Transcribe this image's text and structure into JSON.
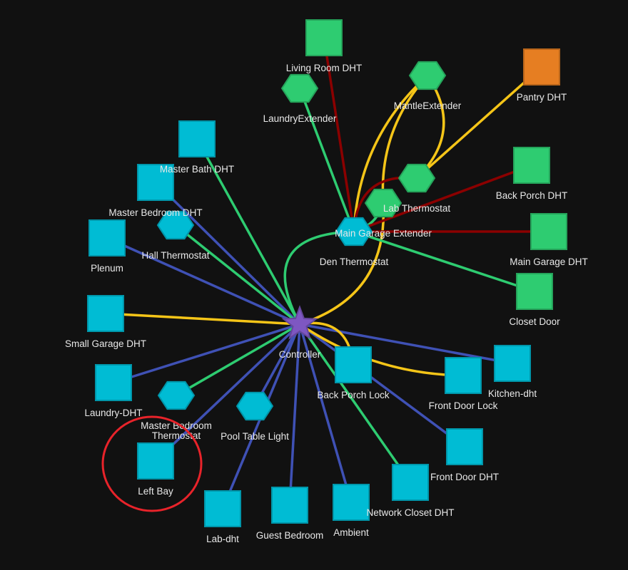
{
  "colors": {
    "background": "#111111",
    "cyan_node": "#00bcd4",
    "green_node": "#2ecc71",
    "orange_node": "#e67e22",
    "controller": "#7e57c2",
    "edge_blue": "#3f51b5",
    "edge_green": "#2ecc71",
    "edge_yellow": "#f5c518",
    "edge_red": "#8b0000",
    "highlight_circle": "#e8232a"
  },
  "nodes": [
    {
      "id": "controller",
      "label": "Controller",
      "shape": "star",
      "color": "#7e57c2"
    },
    {
      "id": "living_room_dht",
      "label": "Living Room DHT",
      "shape": "square",
      "color": "#2ecc71"
    },
    {
      "id": "laundry_extender",
      "label": "LaundryExtender",
      "shape": "hexagon",
      "color": "#2ecc71"
    },
    {
      "id": "mantle_extender",
      "label": "MantleExtender",
      "shape": "hexagon",
      "color": "#2ecc71"
    },
    {
      "id": "pantry_dht",
      "label": "Pantry DHT",
      "shape": "square",
      "color": "#e67e22"
    },
    {
      "id": "master_bath_dht",
      "label": "Master Bath DHT",
      "shape": "square",
      "color": "#00bcd4"
    },
    {
      "id": "master_bedroom_dht",
      "label": "Master Bedroom DHT",
      "shape": "square",
      "color": "#00bcd4"
    },
    {
      "id": "lab_thermostat",
      "label": "Lab Thermostat",
      "shape": "hexagon",
      "color": "#2ecc71"
    },
    {
      "id": "back_porch_dht",
      "label": "Back Porch DHT",
      "shape": "square",
      "color": "#2ecc71"
    },
    {
      "id": "main_garage_extender",
      "label": "Main Garage Extender",
      "shape": "hexagon",
      "color": "#2ecc71"
    },
    {
      "id": "den_thermostat",
      "label": "Den Thermostat",
      "shape": "hexagon",
      "color": "#00bcd4"
    },
    {
      "id": "hall_thermostat",
      "label": "Hall Thermostat",
      "shape": "hexagon",
      "color": "#00bcd4"
    },
    {
      "id": "plenum",
      "label": "Plenum",
      "shape": "square",
      "color": "#00bcd4"
    },
    {
      "id": "main_garage_dht",
      "label": "Main Garage DHT",
      "shape": "square",
      "color": "#2ecc71"
    },
    {
      "id": "closet_door",
      "label": "Closet Door",
      "shape": "square",
      "color": "#2ecc71"
    },
    {
      "id": "small_garage_dht",
      "label": "Small Garage DHT",
      "shape": "square",
      "color": "#00bcd4"
    },
    {
      "id": "kitchen_dht",
      "label": "Kitchen-dht",
      "shape": "square",
      "color": "#00bcd4"
    },
    {
      "id": "back_porch_lock",
      "label": "Back Porch Lock",
      "shape": "square",
      "color": "#00bcd4"
    },
    {
      "id": "front_door_lock",
      "label": "Front Door Lock",
      "shape": "square",
      "color": "#00bcd4"
    },
    {
      "id": "laundry_dht",
      "label": "Laundry-DHT",
      "shape": "square",
      "color": "#00bcd4"
    },
    {
      "id": "master_bedroom_thermostat",
      "label": "Master Bedroom",
      "label2": "Thermostat",
      "shape": "hexagon",
      "color": "#00bcd4"
    },
    {
      "id": "pool_table_light",
      "label": "Pool Table Light",
      "shape": "hexagon",
      "color": "#00bcd4"
    },
    {
      "id": "front_door_dht",
      "label": "Front Door DHT",
      "shape": "square",
      "color": "#00bcd4"
    },
    {
      "id": "left_bay",
      "label": "Left Bay",
      "shape": "square",
      "color": "#00bcd4",
      "highlighted": true
    },
    {
      "id": "network_closet_dht",
      "label": "Network Closet DHT",
      "shape": "square",
      "color": "#00bcd4"
    },
    {
      "id": "lab_dht",
      "label": "Lab-dht",
      "shape": "square",
      "color": "#00bcd4"
    },
    {
      "id": "guest_bedroom",
      "label": "Guest Bedroom",
      "shape": "square",
      "color": "#00bcd4"
    },
    {
      "id": "ambient",
      "label": "Ambient",
      "shape": "square",
      "color": "#00bcd4"
    }
  ],
  "edges": [
    {
      "from": "controller",
      "to": "plenum",
      "color": "#3f51b5"
    },
    {
      "from": "controller",
      "to": "master_bedroom_dht",
      "color": "#3f51b5"
    },
    {
      "from": "controller",
      "to": "small_garage_dht",
      "color": "#f5c518"
    },
    {
      "from": "controller",
      "to": "laundry_dht",
      "color": "#3f51b5"
    },
    {
      "from": "controller",
      "to": "left_bay",
      "color": "#3f51b5"
    },
    {
      "from": "controller",
      "to": "lab_dht",
      "color": "#3f51b5"
    },
    {
      "from": "controller",
      "to": "pool_table_light",
      "color": "#3f51b5"
    },
    {
      "from": "controller",
      "to": "guest_bedroom",
      "color": "#3f51b5"
    },
    {
      "from": "controller",
      "to": "ambient",
      "color": "#3f51b5"
    },
    {
      "from": "controller",
      "to": "kitchen_dht",
      "color": "#3f51b5"
    },
    {
      "from": "controller",
      "to": "front_door_dht",
      "color": "#3f51b5"
    },
    {
      "from": "controller",
      "to": "master_bath_dht",
      "color": "#2ecc71"
    },
    {
      "from": "controller",
      "to": "hall_thermostat",
      "color": "#2ecc71"
    },
    {
      "from": "controller",
      "to": "master_bedroom_thermostat",
      "color": "#2ecc71"
    },
    {
      "from": "controller",
      "to": "network_closet_dht",
      "color": "#2ecc71"
    },
    {
      "from": "controller",
      "to": "den_thermostat",
      "color": "#2ecc71"
    },
    {
      "from": "controller",
      "to": "main_garage_extender",
      "color": "#f5c518"
    },
    {
      "from": "controller",
      "to": "front_door_lock",
      "color": "#f5c518"
    },
    {
      "from": "controller",
      "to": "back_porch_lock",
      "color": "#f5c518"
    },
    {
      "from": "laundry_extender",
      "to": "den_thermostat",
      "color": "#2ecc71"
    },
    {
      "from": "den_thermostat",
      "to": "closet_door",
      "color": "#2ecc71"
    },
    {
      "from": "main_garage_extender",
      "to": "den_thermostat",
      "color": "#2ecc71"
    },
    {
      "from": "mantle_extender",
      "to": "lab_thermostat",
      "color": "#f5c518"
    },
    {
      "from": "mantle_extender",
      "to": "main_garage_extender",
      "color": "#f5c518"
    },
    {
      "from": "mantle_extender",
      "to": "den_thermostat",
      "color": "#f5c518"
    },
    {
      "from": "pantry_dht",
      "to": "lab_thermostat",
      "color": "#f5c518"
    },
    {
      "from": "living_room_dht",
      "to": "den_thermostat",
      "color": "#8b0000"
    },
    {
      "from": "back_porch_dht",
      "to": "den_thermostat",
      "color": "#8b0000"
    },
    {
      "from": "main_garage_dht",
      "to": "den_thermostat",
      "color": "#8b0000"
    },
    {
      "from": "lab_thermostat",
      "to": "den_thermostat",
      "color": "#8b0000"
    }
  ]
}
